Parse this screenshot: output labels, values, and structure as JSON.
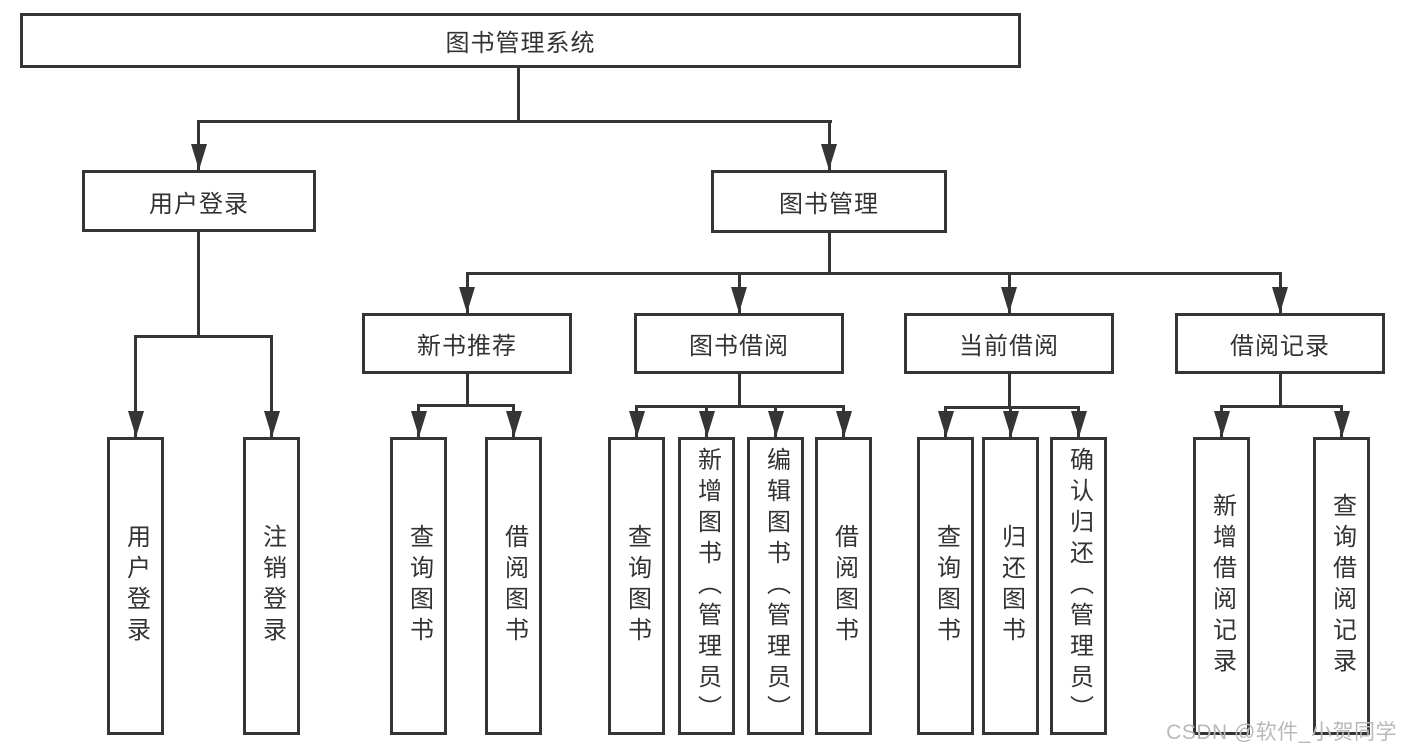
{
  "tree": {
    "root": {
      "label": "图书管理系统"
    },
    "branches": [
      {
        "label": "用户登录",
        "children": [
          {
            "label": "用户登录"
          },
          {
            "label": "注销登录"
          }
        ]
      },
      {
        "label": "图书管理",
        "children": [
          {
            "label": "新书推荐",
            "children": [
              {
                "label": "查询图书"
              },
              {
                "label": "借阅图书"
              }
            ]
          },
          {
            "label": "图书借阅",
            "children": [
              {
                "label": "查询图书"
              },
              {
                "label": "新增图书（管理员）"
              },
              {
                "label": "编辑图书（管理员）"
              },
              {
                "label": "借阅图书"
              }
            ]
          },
          {
            "label": "当前借阅",
            "children": [
              {
                "label": "查询图书"
              },
              {
                "label": "归还图书"
              },
              {
                "label": "确认归还（管理员）"
              }
            ]
          },
          {
            "label": "借阅记录",
            "children": [
              {
                "label": "新增借阅记录"
              },
              {
                "label": "查询借阅记录"
              }
            ]
          }
        ]
      }
    ]
  },
  "watermark": {
    "text": "CSDN @软件_小贺同学"
  },
  "colors": {
    "line": "#353535",
    "box_border": "#353535",
    "text": "#333333",
    "watermark": "#b9b9b9",
    "background": "#ffffff"
  }
}
